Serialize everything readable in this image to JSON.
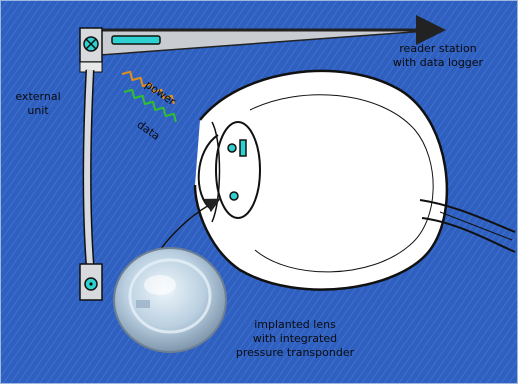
{
  "labels": {
    "reader_line1": "reader station",
    "reader_line2": "with data logger",
    "external_line1": "external",
    "external_line2": "unit",
    "power": "power",
    "data": "data",
    "lens_line1": "implanted lens",
    "lens_line2": "with integrated",
    "lens_line3": "pressure transponder"
  },
  "colors": {
    "background": "#2f5fbf",
    "power_wave": "#e0901a",
    "data_wave": "#2fbf2f",
    "transponder": "#2fd0d0",
    "eye_fill": "#ffffff",
    "outline": "#111111"
  }
}
